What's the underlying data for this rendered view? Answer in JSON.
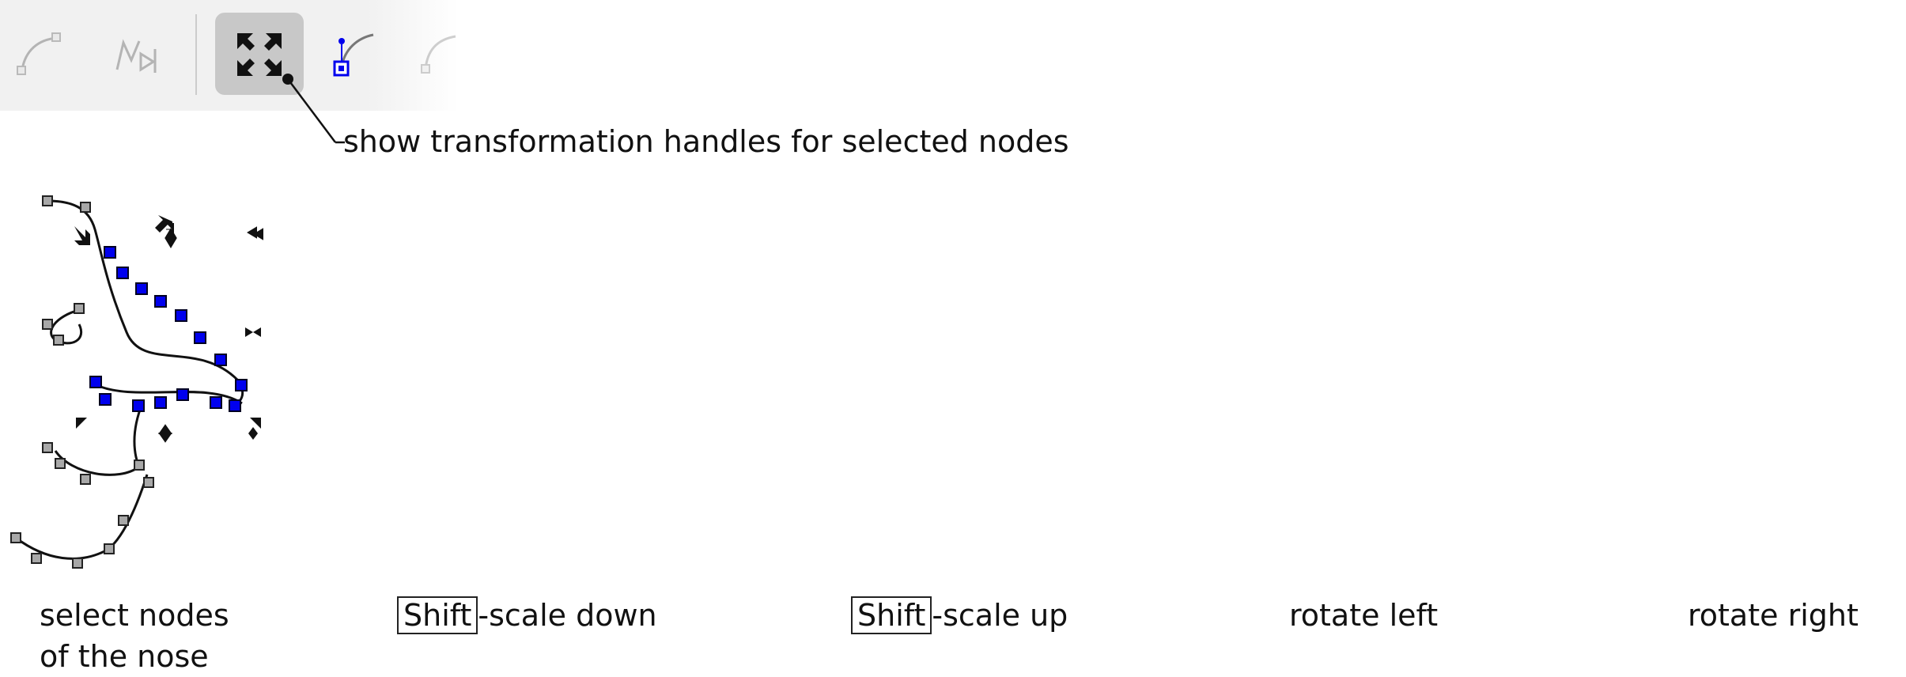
{
  "toolbar": {
    "buttons": [
      {
        "icon": "curve-segment-icon",
        "state": "disabled"
      },
      {
        "icon": "path-effect-icon",
        "state": "disabled"
      },
      {
        "icon": "transform-handles-icon",
        "state": "active"
      },
      {
        "icon": "node-handles-icon",
        "state": "enabled"
      },
      {
        "icon": "clip-mask-icon",
        "state": "disabled"
      }
    ]
  },
  "callout": {
    "text": "show transformation handles for selected nodes"
  },
  "panels": [
    {
      "id": "select",
      "caption_lines": [
        "select nodes",
        "of the nose"
      ]
    },
    {
      "id": "shift-scale-down",
      "key": "Shift",
      "caption_rest": "-scale down"
    },
    {
      "id": "shift-scale-up",
      "key": "Shift",
      "caption_rest": "-scale up"
    },
    {
      "id": "rotate-left",
      "caption_lines": [
        "rotate left"
      ]
    },
    {
      "id": "rotate-right",
      "caption_lines": [
        "rotate right"
      ]
    }
  ],
  "colors": {
    "selected_node": "#0000ee",
    "unselected_node": "#a8a8a8",
    "path": "#111111",
    "handle": "#111111",
    "toolbar_active_bg": "#c8c8c8"
  }
}
